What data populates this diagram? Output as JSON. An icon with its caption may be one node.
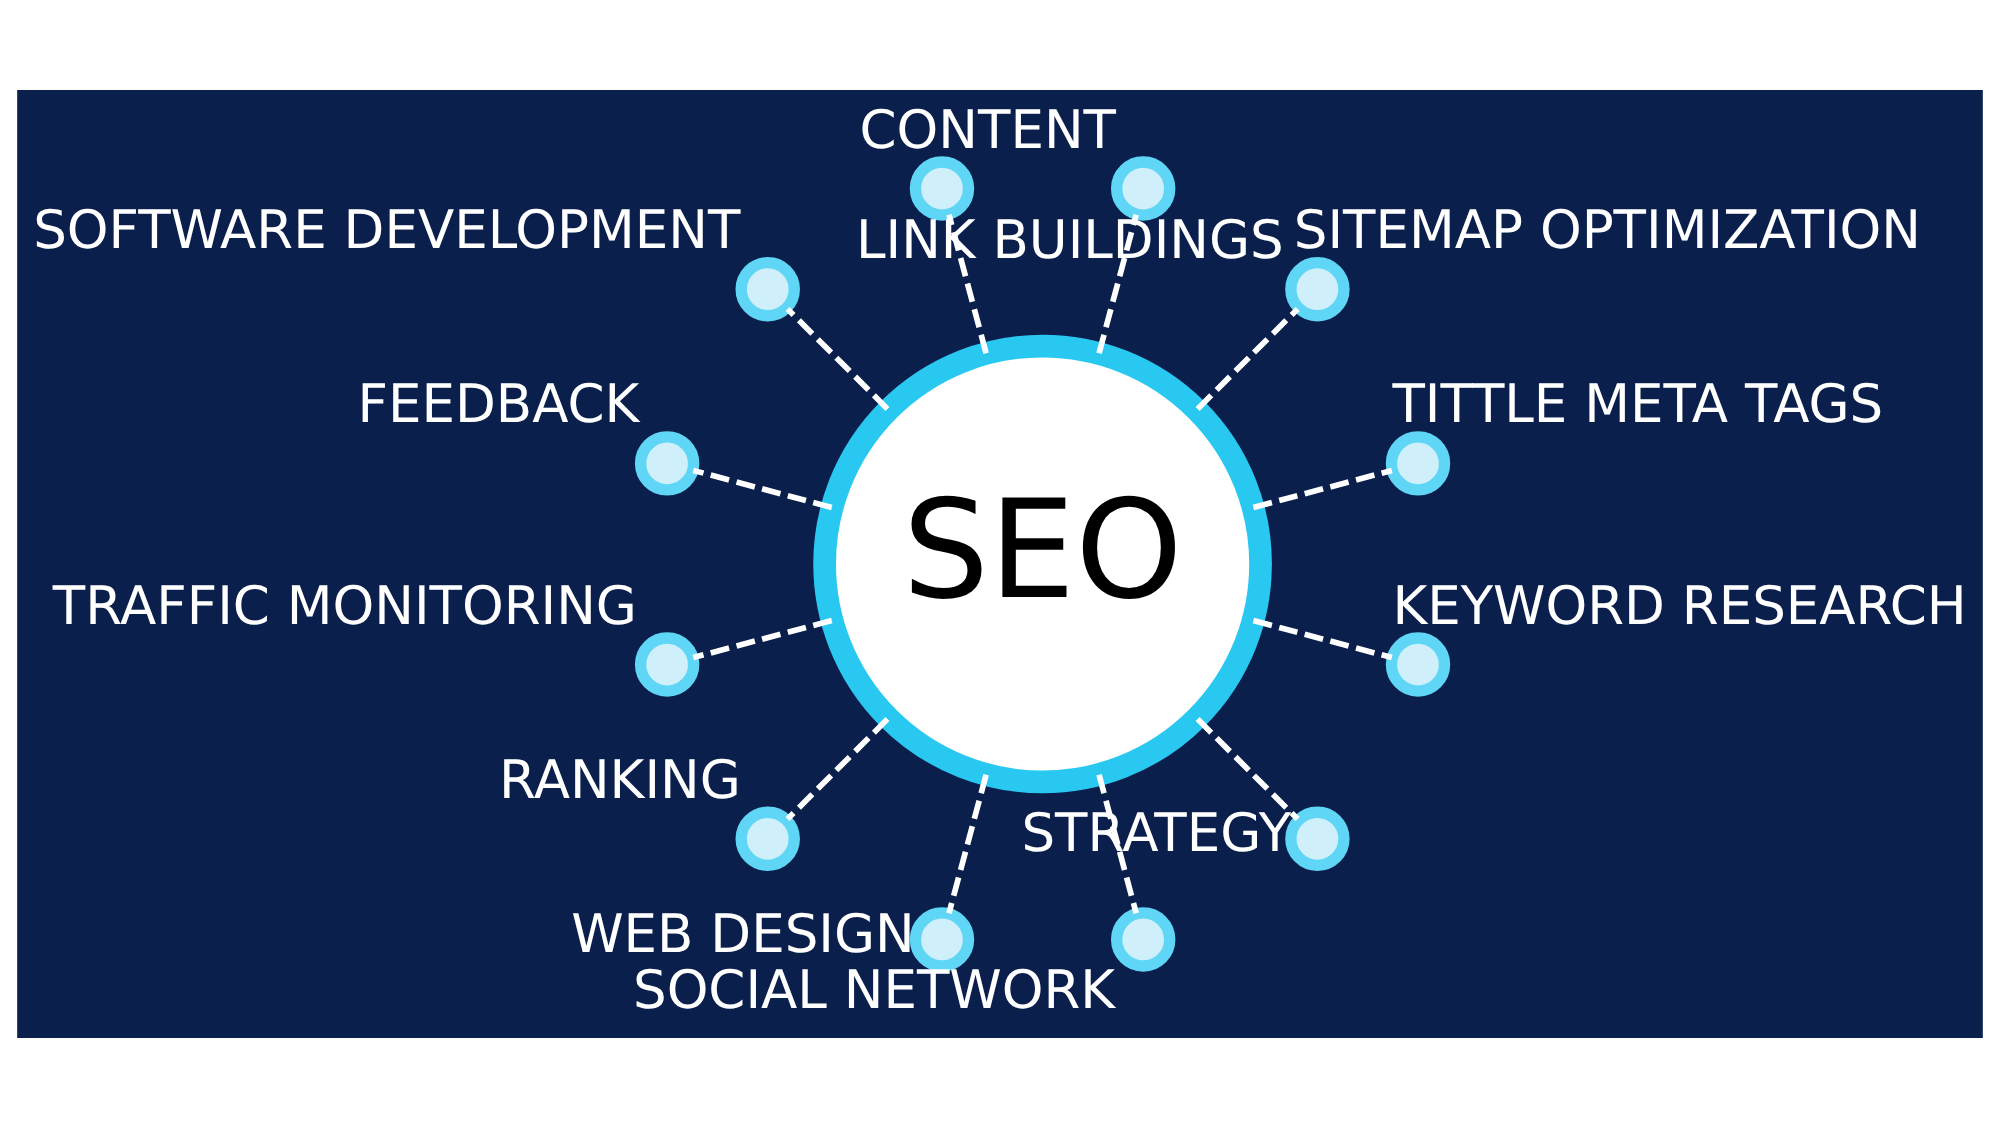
{
  "diagram": {
    "nodes": [
      {
        "text": [
          "SEO"
        ]
      },
      {
        "text": [],
        "shape": "circle",
        "beside": [
          "TITTLE META TAGS"
        ]
      },
      {
        "text": [],
        "shape": "circle",
        "beside": [
          "SITEMAP OPTIMIZATION"
        ]
      },
      {
        "text": [],
        "shape": "circle",
        "beside": [
          "CONTENT"
        ]
      },
      {
        "text": [],
        "shape": "circle",
        "beside": [
          "LINK BUILDINGS"
        ]
      },
      {
        "text": [],
        "shape": "circle",
        "beside": [
          "SOFTWARE DEVELOPMENT"
        ]
      },
      {
        "text": [],
        "shape": "circle",
        "beside": [
          "FEEDBACK"
        ]
      },
      {
        "text": [],
        "shape": "circle",
        "beside": [
          "TRAFFIC MONITORING"
        ]
      },
      {
        "text": [],
        "shape": "circle",
        "beside": [
          "RANKING"
        ]
      },
      {
        "text": [],
        "shape": "circle",
        "beside": [
          "WEB DESIGN"
        ]
      },
      {
        "text": [],
        "shape": "circle",
        "beside": [
          "SOCIAL NETWORK"
        ]
      },
      {
        "text": [],
        "shape": "circle",
        "beside": [
          "STRATEGY"
        ]
      },
      {
        "text": [],
        "shape": "circle",
        "beside": [
          "KEYWORD RESEARCH"
        ]
      }
    ],
    "edges": [
      {
        "from": 0,
        "to": 1,
        "arrow": "none",
        "style": "dashed"
      },
      {
        "from": 0,
        "to": 2,
        "arrow": "none",
        "style": "dashed"
      },
      {
        "from": 0,
        "to": 3,
        "arrow": "none",
        "style": "dashed"
      },
      {
        "from": 0,
        "to": 4,
        "arrow": "none",
        "style": "dashed"
      },
      {
        "from": 0,
        "to": 5,
        "arrow": "none",
        "style": "dashed"
      },
      {
        "from": 0,
        "to": 6,
        "arrow": "none",
        "style": "dashed"
      },
      {
        "from": 0,
        "to": 7,
        "arrow": "none",
        "style": "dashed"
      },
      {
        "from": 0,
        "to": 8,
        "arrow": "none",
        "style": "dashed"
      },
      {
        "from": 0,
        "to": 9,
        "arrow": "none",
        "style": "dashed"
      },
      {
        "from": 0,
        "to": 10,
        "arrow": "none",
        "style": "dashed"
      },
      {
        "from": 0,
        "to": 11,
        "arrow": "none",
        "style": "dashed"
      },
      {
        "from": 0,
        "to": 12,
        "arrow": "none",
        "style": "dashed"
      }
    ]
  }
}
